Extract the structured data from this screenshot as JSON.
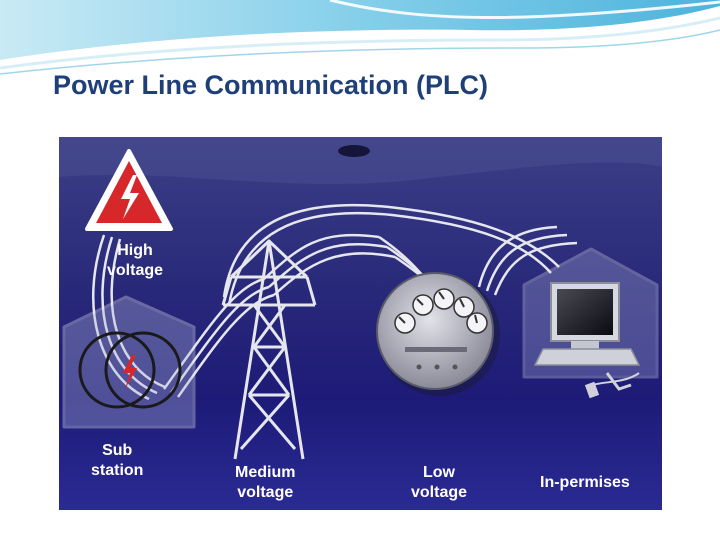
{
  "slide": {
    "title": "Power Line Communication (PLC)"
  },
  "diagram": {
    "labels": {
      "high_voltage": [
        "High",
        "voltage"
      ],
      "sub_station": [
        "Sub",
        "station"
      ],
      "medium_voltage": [
        "Medium",
        "voltage"
      ],
      "low_voltage": [
        "Low",
        "voltage"
      ],
      "in_premises": [
        "In-permises"
      ]
    },
    "icons": [
      "high-voltage-warning-icon",
      "substation-transformer-icon",
      "transmission-tower-icon",
      "electric-meter-icon",
      "computer-icon"
    ],
    "colors": {
      "background": "#1d1b77",
      "warning_red": "#d6282a",
      "lines": "#e6e6ee",
      "title": "#1f3f78"
    }
  }
}
